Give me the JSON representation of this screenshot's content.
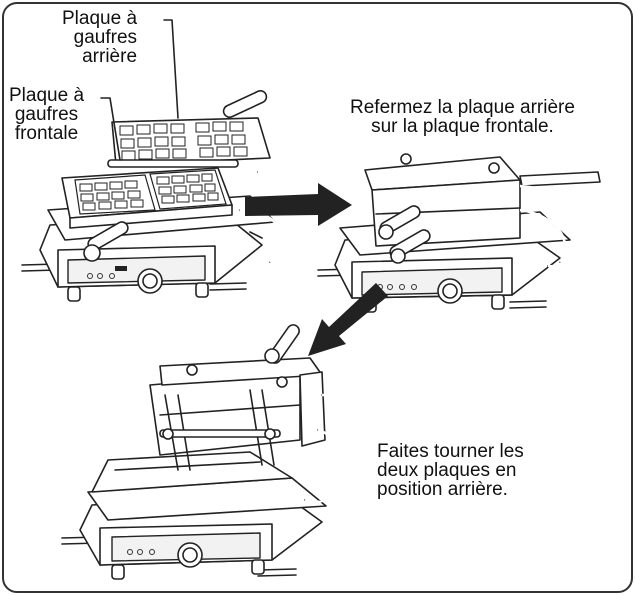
{
  "labels": {
    "rear_plate": [
      "Plaque à",
      "gaufres",
      "arrière"
    ],
    "front_plate": [
      "Plaque à",
      "gaufres",
      "frontale"
    ],
    "close_step": [
      "Refermez la plaque arrière",
      "sur la plaque frontale."
    ],
    "rotate_step": [
      "Faites tourner les",
      "deux plaques en",
      "position arrière."
    ]
  },
  "colors": {
    "ink": "#222222",
    "frame": "#333333",
    "background": "#ffffff"
  }
}
